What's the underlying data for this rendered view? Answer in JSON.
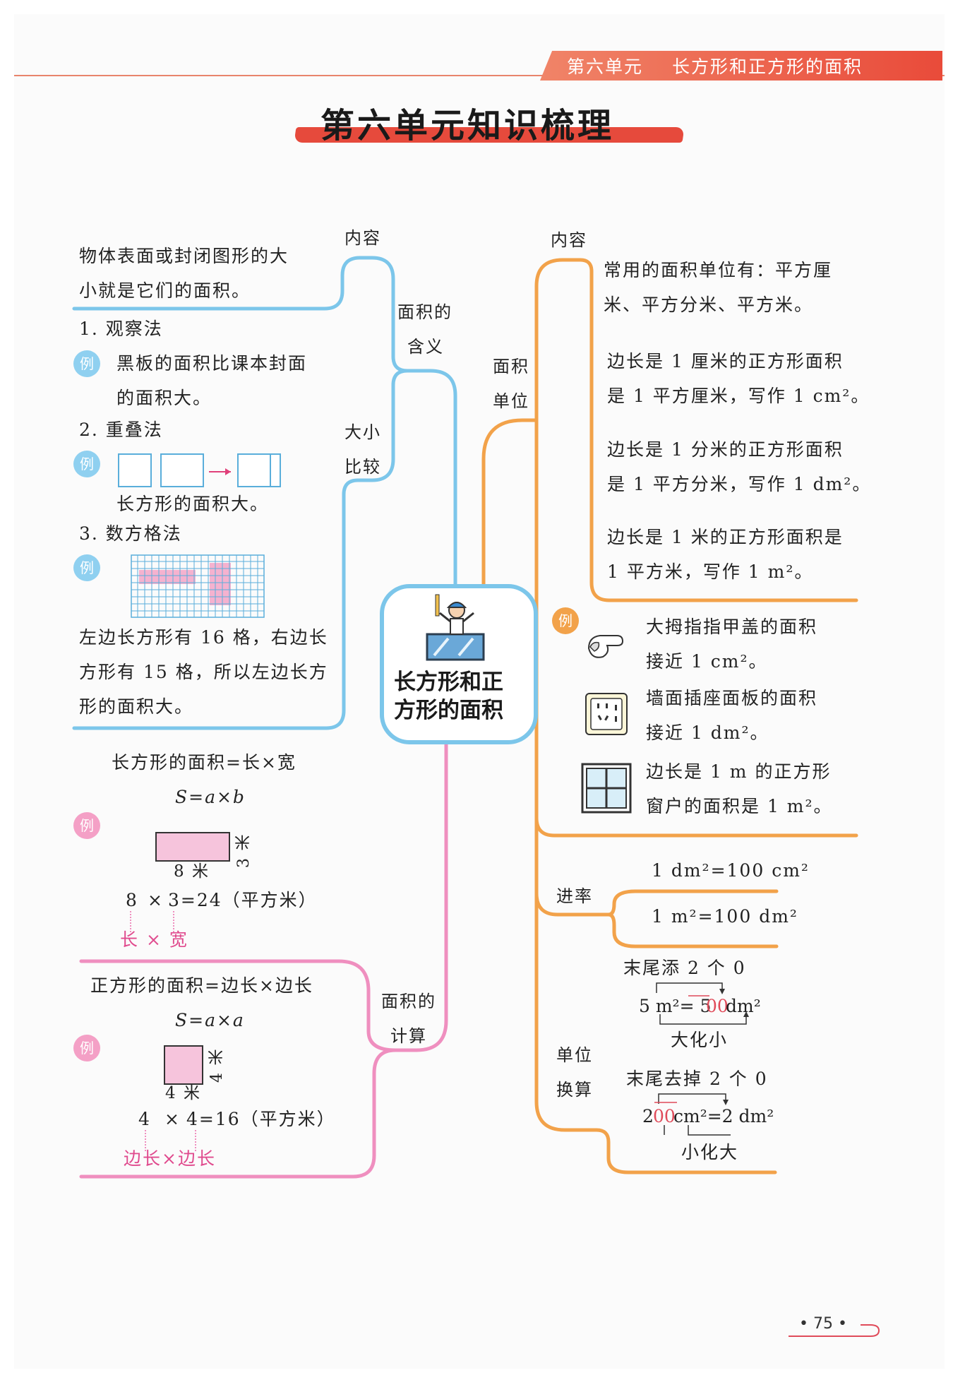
{
  "header": {
    "unit_label": "第六单元",
    "unit_title": "长方形和正方形的面积",
    "colors": {
      "banner": "#ec5b45",
      "rule": "#e8846c"
    }
  },
  "title": "第六单元知识梳理",
  "center": {
    "line1": "长方形和正",
    "line2": "方形的面积"
  },
  "left_branch": {
    "meaning": {
      "label1": "面积的",
      "label2": "含义",
      "content_tag": "内容",
      "text1": "物体表面或封闭图形的大",
      "text2": "小就是它们的面积。"
    },
    "compare": {
      "label1": "大小",
      "label2": "比较",
      "method1": "1. 观察法",
      "method1_ex1": "黑板的面积比课本封面",
      "method1_ex2": "的面积大。",
      "method2": "2. 重叠法",
      "method2_ex": "长方形的面积大。",
      "method3": "3. 数方格法",
      "method3_text1": "左边长方形有 16 格，右边长",
      "method3_text2": "方形有 15 格，所以左边长方",
      "method3_text3": "形的面积大。"
    },
    "calc": {
      "label1": "面积的",
      "label2": "计算",
      "rect_formula": "长方形的面积=长×宽",
      "rect_symbol": "S=a×b",
      "rect_width": "8 米",
      "rect_height": "3 米",
      "rect_eq_a": "8",
      "rect_eq_times": "×",
      "rect_eq_rest": "3=24（平方米）",
      "rect_hint": "长 × 宽",
      "square_formula": "正方形的面积=边长×边长",
      "square_symbol": "S=a×a",
      "square_width": "4 米",
      "square_height": "4 米",
      "square_eq_a": "4",
      "square_eq_times": "×",
      "square_eq_rest": "4=16（平方米）",
      "square_hint": "边长×边长"
    },
    "example_mark": "例"
  },
  "right_branch": {
    "units": {
      "label1": "面积",
      "label2": "单位",
      "content_tag": "内容",
      "common1": "常用的面积单位有：平方厘",
      "common2": "米、平方分米、平方米。",
      "cm_1": "边长是 1 厘米的正方形面积",
      "cm_2": "是 1 平方厘米，写作 1 cm²。",
      "dm_1": "边长是 1 分米的正方形面积",
      "dm_2": "是 1 平方分米，写作 1 dm²。",
      "m_1": "边长是 1 米的正方形面积是",
      "m_2": "1 平方米，写作 1 m²。"
    },
    "examples": {
      "thumb_1": "大拇指指甲盖的面积",
      "thumb_2": "接近 1 cm²。",
      "socket_1": "墙面插座面板的面积",
      "socket_2": "接近 1 dm²。",
      "window_1": "边长是 1 m 的正方形",
      "window_2": "窗户的面积是 1 m²。"
    },
    "rate": {
      "label": "进率",
      "eq1": "1 dm²=100 cm²",
      "eq2": "1 m²=100 dm²"
    },
    "convert": {
      "label1": "单位",
      "label2": "换算",
      "add_zero": "末尾添 2 个 0",
      "eq1_a": "5 m²= 5",
      "eq1_b": "00",
      "eq1_c": " dm²",
      "big_to_small": "大化小",
      "remove_zero": "末尾去掉 2 个 0",
      "eq2_a": "2",
      "eq2_b": "00",
      "eq2_c": " cm²=2 dm²",
      "small_to_big": "小化大"
    }
  },
  "footer": {
    "page_number": "• 75 •"
  },
  "colors": {
    "blue": "#7cc6ea",
    "pink": "#ef8fbf",
    "orange": "#f2a24a",
    "red": "#e04b5a"
  }
}
